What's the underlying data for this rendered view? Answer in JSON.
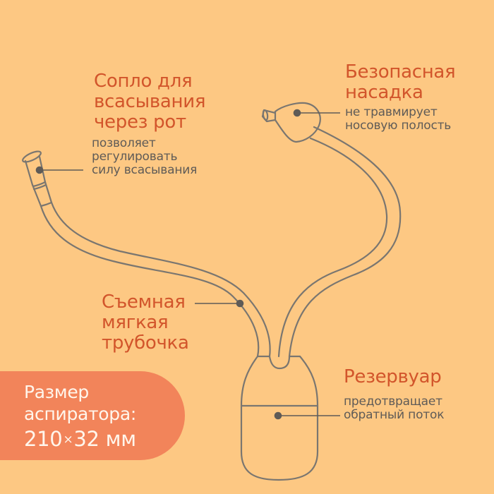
{
  "colors": {
    "background": "#FDC883",
    "title_accent": "#D2552B",
    "description_text": "#5F5B57",
    "outline": "#7A7670",
    "badge_bg": "#F2845A",
    "badge_text": "#FFF6EC"
  },
  "callouts": {
    "mouth_nozzle": {
      "title_lines": [
        "Сопло для",
        "всасывания",
        "через рот"
      ],
      "desc_lines": [
        "позволяет",
        "регулировать",
        "силу всасывания"
      ]
    },
    "safe_tip": {
      "title_lines": [
        "Безопасная",
        "насадка"
      ],
      "desc_lines": [
        "не травмирует",
        "носовую полость"
      ]
    },
    "soft_tube": {
      "title_lines": [
        "Съемная",
        "мягкая",
        "трубочка"
      ]
    },
    "reservoir": {
      "title_lines": [
        "Резервуар"
      ],
      "desc_lines": [
        "предотвращает",
        "обратный поток"
      ]
    }
  },
  "size_badge": {
    "label_lines": [
      "Размер",
      "аспиратора:"
    ],
    "length": "210",
    "times": "×",
    "width": "32",
    "unit": "мм"
  }
}
